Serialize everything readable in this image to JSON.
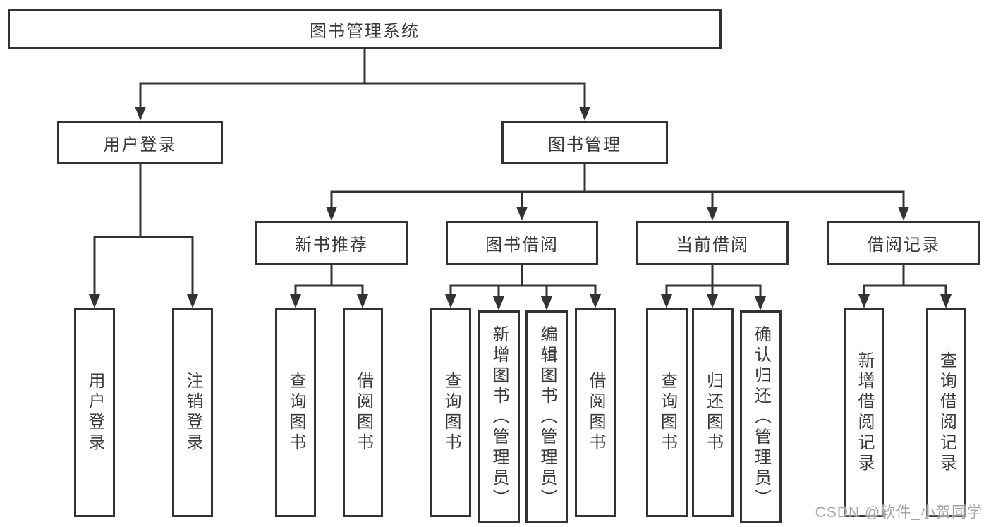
{
  "colors": {
    "line": "#333333",
    "box_border": "#333333",
    "box_fill": "#ffffff",
    "text": "#3a3a3a",
    "watermark": "#919191",
    "background": "#ffffff"
  },
  "watermark": {
    "text": "CSDN @软件_小贺同学"
  },
  "diagram": {
    "root": {
      "label": "图书管理系统"
    },
    "level2": [
      {
        "label": "用户登录"
      },
      {
        "label": "图书管理"
      }
    ],
    "level3": [
      {
        "label": "新书推荐",
        "parent": "图书管理"
      },
      {
        "label": "图书借阅",
        "parent": "图书管理"
      },
      {
        "label": "当前借阅",
        "parent": "图书管理"
      },
      {
        "label": "借阅记录",
        "parent": "图书管理"
      }
    ],
    "leaves": [
      {
        "label": "用户登录",
        "parent": "用户登录"
      },
      {
        "label": "注销登录",
        "parent": "用户登录"
      },
      {
        "label": "查询图书",
        "parent": "新书推荐"
      },
      {
        "label": "借阅图书",
        "parent": "新书推荐"
      },
      {
        "label": "查询图书",
        "parent": "图书借阅"
      },
      {
        "label": "新增图书（管理员）",
        "parent": "图书借阅"
      },
      {
        "label": "编辑图书（管理员）",
        "parent": "图书借阅"
      },
      {
        "label": "借阅图书",
        "parent": "图书借阅"
      },
      {
        "label": "查询图书",
        "parent": "当前借阅"
      },
      {
        "label": "归还图书",
        "parent": "当前借阅"
      },
      {
        "label": "确认归还（管理员）",
        "parent": "当前借阅"
      },
      {
        "label": "新增借阅记录",
        "parent": "借阅记录"
      },
      {
        "label": "查询借阅记录",
        "parent": "借阅记录"
      }
    ]
  }
}
